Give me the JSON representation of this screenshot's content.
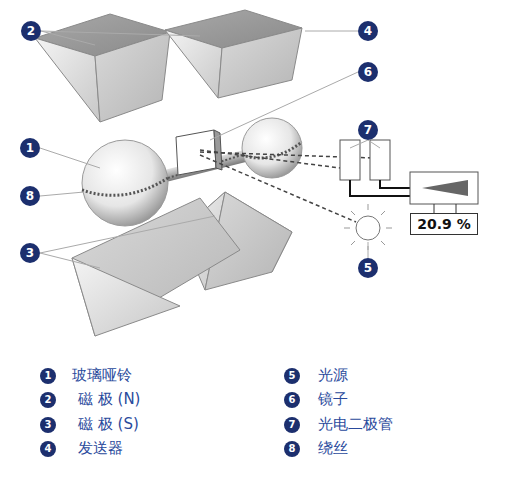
{
  "diagram": {
    "nodes": [
      {
        "text": [
          "1"
        ]
      },
      {
        "text": [
          "2"
        ]
      },
      {
        "text": [
          "3"
        ]
      },
      {
        "text": [
          "4"
        ]
      },
      {
        "text": [
          "5"
        ]
      },
      {
        "text": [
          "6"
        ]
      },
      {
        "text": [
          "7"
        ]
      },
      {
        "text": [
          "8"
        ]
      },
      {
        "text": [
          "20.9 %"
        ]
      },
      {
        "text": [
          "1"
        ]
      },
      {
        "text": [
          "2"
        ]
      },
      {
        "text": [
          "3"
        ]
      },
      {
        "text": [
          "4"
        ]
      },
      {
        "text": [
          "5"
        ]
      },
      {
        "text": [
          "6"
        ]
      },
      {
        "text": [
          "7"
        ]
      },
      {
        "text": [
          "8"
        ]
      }
    ],
    "labels": [
      "玻璃哑铃",
      "磁 极 (N)",
      "磁 极 (S)",
      "发送器",
      "光源",
      "镜子",
      "光电二极管",
      "绕丝"
    ]
  }
}
